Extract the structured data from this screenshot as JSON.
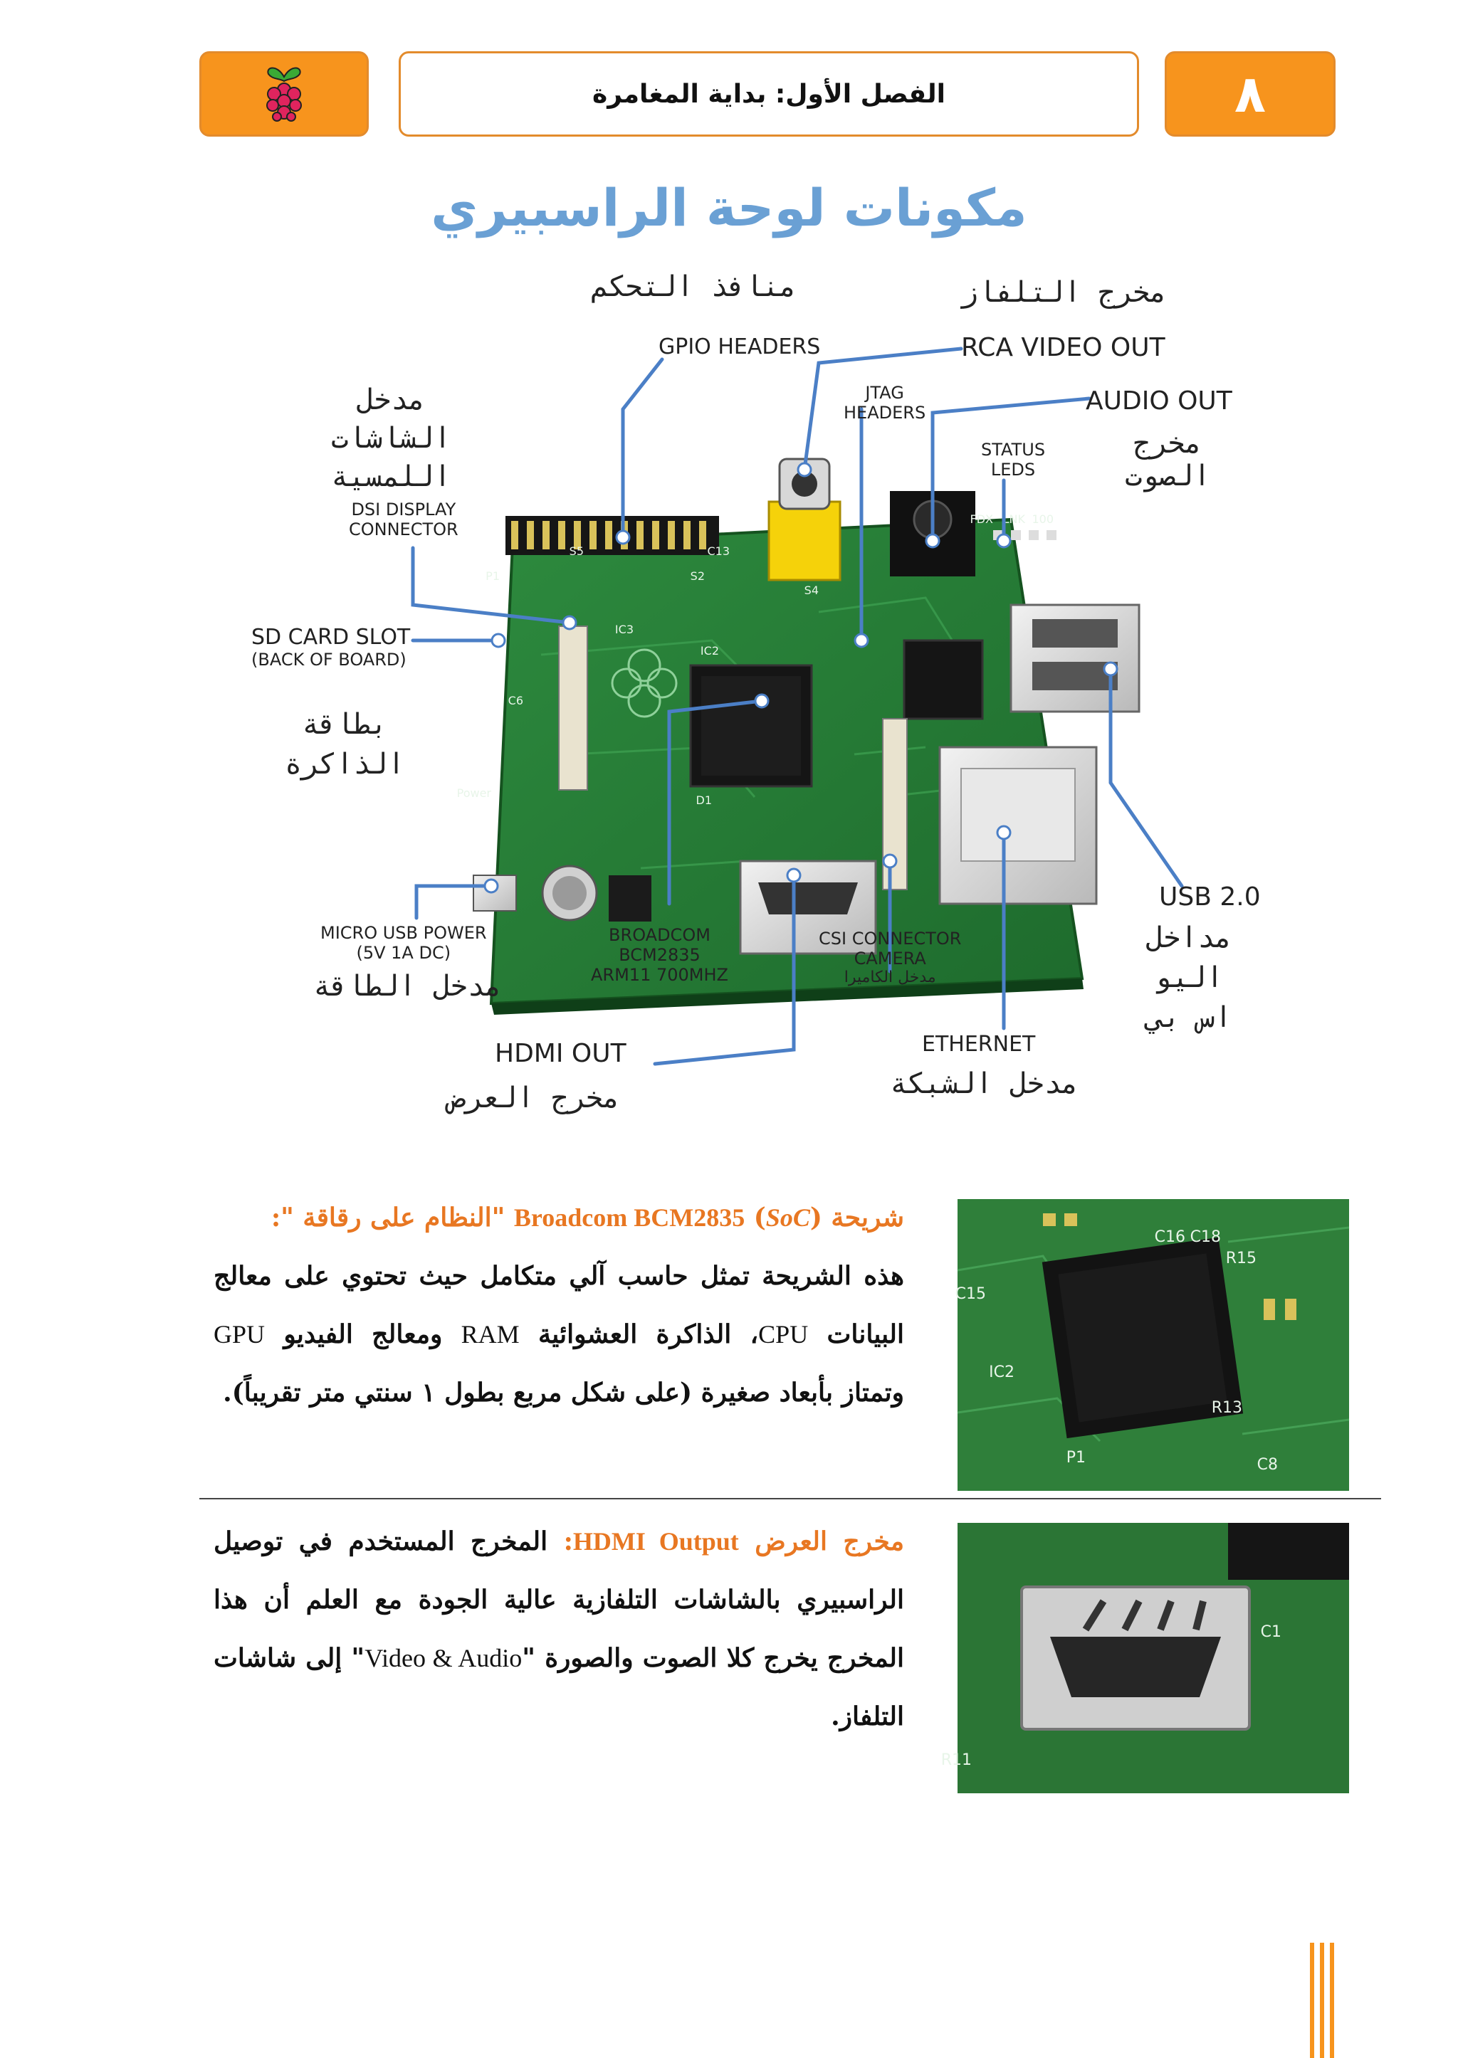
{
  "header": {
    "page_number": "٨",
    "chapter_title": "الفصل الأول: بداية المغامرة",
    "logo_icon": "raspberry-pi-logo-icon",
    "accent_color": "#f7941d"
  },
  "page_title": "مكونات لوحة الراسبيري",
  "diagram": {
    "labels": {
      "gpio_ar": "منافذ التحكم",
      "gpio_en": "GPIO HEADERS",
      "rca_ar": "مخرج التلفاز",
      "rca_en": "RCA VIDEO OUT",
      "jtag_en_1": "JTAG",
      "jtag_en_2": "HEADERS",
      "audio_en": "AUDIO OUT",
      "audio_ar_1": "مخرج",
      "audio_ar_2": "الصوت",
      "status_en_1": "STATUS",
      "status_en_2": "LEDS",
      "dsi_ar_1": "مدخل",
      "dsi_ar_2": "الشاشات",
      "dsi_ar_3": "اللمسية",
      "dsi_en_1": "DSI DISPLAY",
      "dsi_en_2": "CONNECTOR",
      "sd_en_1": "SD CARD SLOT",
      "sd_en_2": "(BACK OF BOARD)",
      "sd_ar_1": "بطاقة",
      "sd_ar_2": "الذاكرة",
      "usb_en": "USB 2.0",
      "usb_ar_1": "مداخل",
      "usb_ar_2": "اليو",
      "usb_ar_3": "اس بي",
      "power_en_1": "MICRO USB POWER",
      "power_en_2": "(5V 1A DC)",
      "power_ar": "مدخل الطاقة",
      "broadcom_en_1": "BROADCOM",
      "broadcom_en_2": "BCM2835",
      "broadcom_en_3": "ARM11 700MHZ",
      "csi_en_1": "CSI CONNECTOR",
      "csi_en_2": "CAMERA",
      "csi_ar": "مدخل الكاميرا",
      "hdmi_en": "HDMI OUT",
      "hdmi_ar": "مخرج العرض",
      "eth_en": "ETHERNET",
      "eth_ar": "مدخل الشبكة"
    },
    "board_silk": {
      "p1": "P1",
      "s5": "S5",
      "c13": "C13",
      "s2": "S2",
      "s4": "S4",
      "ic2": "IC2",
      "ic3": "IC3",
      "c6": "C6",
      "power": "Power",
      "d1": "D1",
      "fdx": "FDX",
      "lnk": "LNK",
      "c100": "100"
    }
  },
  "sections": [
    {
      "heading_prefix": "شريحة (",
      "heading_soc": "SoC",
      "heading_mid": ") ",
      "heading_name": "Broadcom BCM2835",
      "heading_suffix": " \"النظام على رقاقة \":",
      "body_1": "هذه الشريحة تمثل حاسب آلي متكامل حيث تحتوي على معالج البيانات ",
      "cpu": "CPU",
      "body_2": "، الذاكرة العشوائية ",
      "ram": "RAM",
      "body_3": " ومعالج الفيديو ",
      "gpu": "GPU",
      "body_4": " وتمتاز بأبعاد صغيرة (على شكل مربع بطول ١ سنتي متر تقريباً).",
      "photo_silk": [
        "C15",
        "IC2",
        "C16",
        "C18",
        "R15",
        "R13",
        "P1",
        "C8"
      ]
    },
    {
      "heading_ar": "مخرج العرض ",
      "heading_en": "HDMI Output",
      "heading_colon": ":",
      "body_1": " المخرج المستخدم في توصيل الراسبيري بالشاشات التلفازية عالية الجودة مع العلم أن هذا المخرج يخرج كلا الصوت والصورة \"",
      "va": "Video & Audio",
      "body_2": "\" إلى شاشات التلفاز.",
      "photo_silk": [
        "R11",
        "C1"
      ]
    }
  ]
}
